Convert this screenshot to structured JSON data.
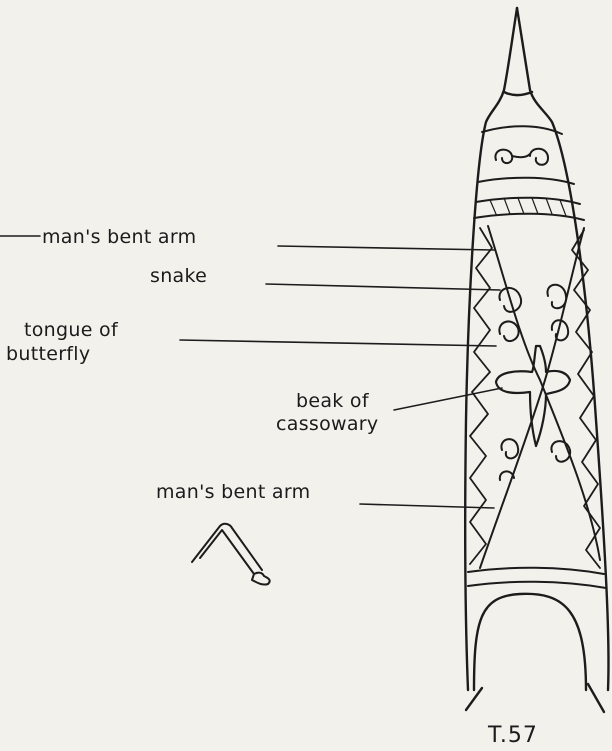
{
  "labels": {
    "arm_top": "man's bent arm",
    "snake": "snake",
    "tongue_1": "tongue of",
    "tongue_2": "butterfly",
    "beak_1": "beak of",
    "beak_2": "cassowary",
    "arm_bottom": "man's bent arm"
  },
  "catalog_number": "T.57",
  "colors": {
    "ink": "#1c1c1c",
    "paper": "#f3f1ec"
  }
}
